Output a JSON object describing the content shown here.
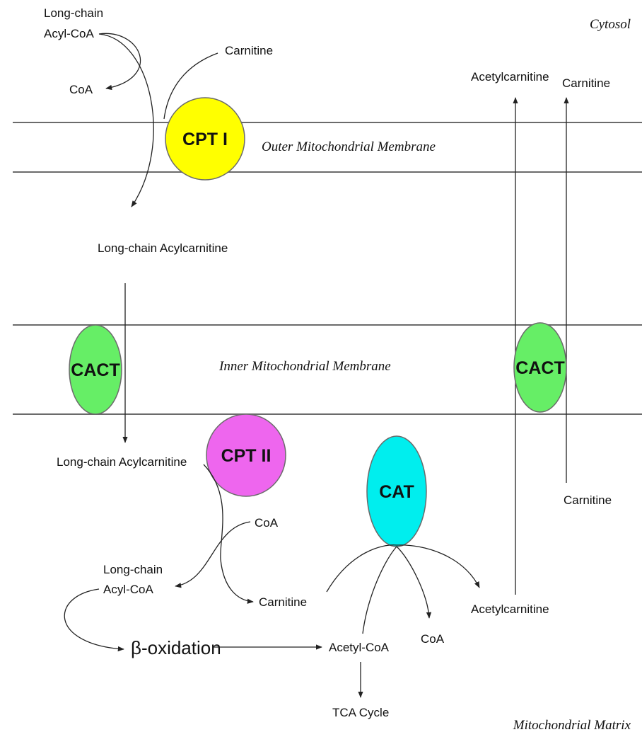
{
  "compartments": {
    "cytosol": "Cytosol",
    "outer_membrane": "Outer Mitochondrial Membrane",
    "inner_membrane": "Inner Mitochondrial Membrane",
    "matrix": "Mitochondrial Matrix"
  },
  "enzymes": {
    "cpt1": {
      "label": "CPT I",
      "color": "#ffff00"
    },
    "cact_left": {
      "label": "CACT",
      "color": "#66ee66"
    },
    "cact_right": {
      "label": "CACT",
      "color": "#66ee66"
    },
    "cpt2": {
      "label": "CPT II",
      "color": "#ee66ee"
    },
    "cat": {
      "label": "CAT",
      "color": "#00eeee"
    }
  },
  "metabolites": {
    "cytosol_acyl_coa_line1": "Long-chain",
    "cytosol_acyl_coa_line2": "Acyl-CoA",
    "cytosol_coa": "CoA",
    "cytosol_carnitine_in": "Carnitine",
    "cytosol_acetylcarnitine": "Acetylcarnitine",
    "cytosol_carnitine_out": "Carnitine",
    "intermembrane_acylcarnitine": "Long-chain Acylcarnitine",
    "matrix_acylcarnitine": "Long-chain Acylcarnitine",
    "matrix_coa_in": "CoA",
    "matrix_acyl_coa_line1": "Long-chain",
    "matrix_acyl_coa_line2": "Acyl-CoA",
    "matrix_carnitine": "Carnitine",
    "beta_oxidation": "β-oxidation",
    "acetyl_coa": "Acetyl-CoA",
    "cat_coa": "CoA",
    "matrix_acetylcarnitine": "Acetylcarnitine",
    "matrix_carnitine_right": "Carnitine",
    "tca_cycle": "TCA Cycle"
  }
}
